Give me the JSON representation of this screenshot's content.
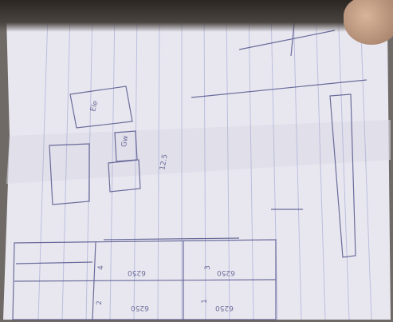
{
  "scene": {
    "paper_color": "#e9e8f1",
    "ink_color": "#3f417a",
    "shadow_color": "#2b2622"
  },
  "handwriting": {
    "room_a_label": "Ele",
    "box_b_label": "Gw",
    "dimension_vertical": "12.5",
    "room_value_1": "6250",
    "room_value_2": "6250",
    "room_value_3": "6250",
    "room_value_4": "6250",
    "room_num_2": "2",
    "room_num_3": "3",
    "room_num_4": "4",
    "room_num_1": "1"
  }
}
